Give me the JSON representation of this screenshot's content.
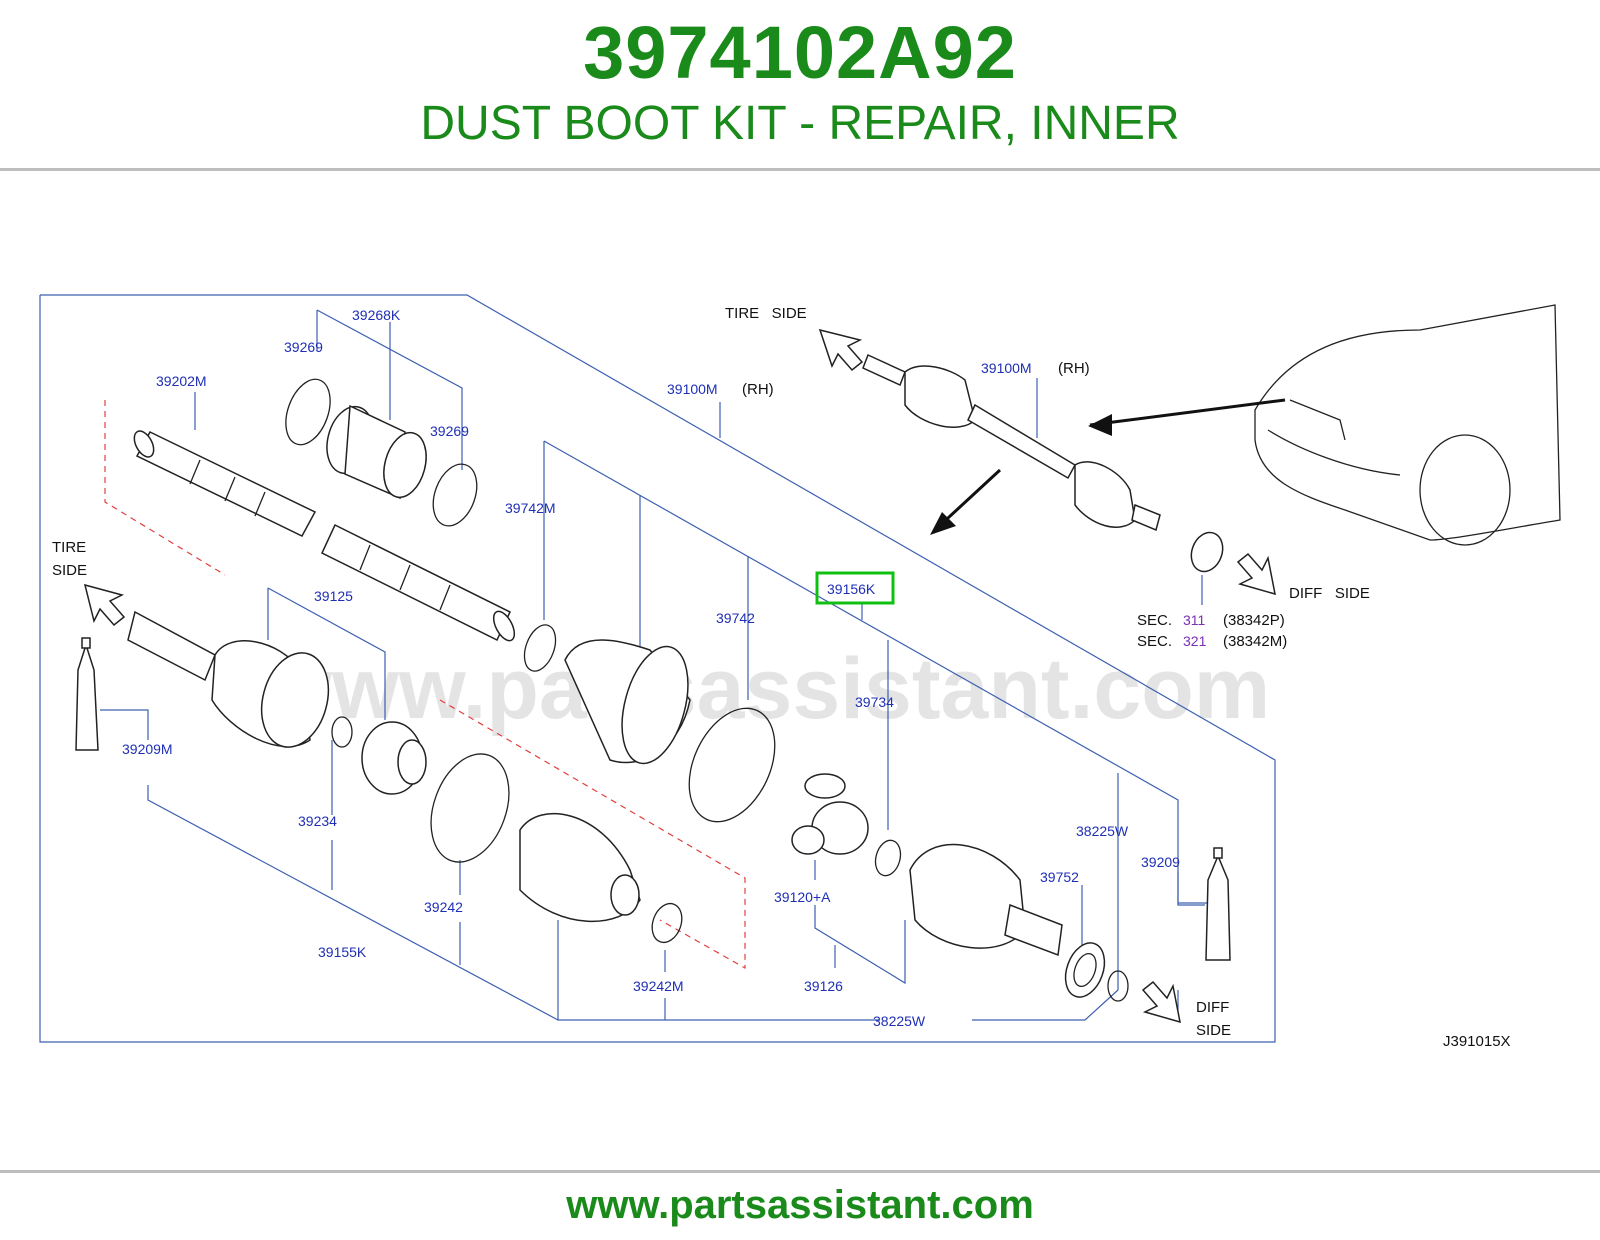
{
  "header": {
    "part_number": "3974102A92",
    "description": "DUST BOOT KIT - REPAIR, INNER"
  },
  "footer": {
    "url": "www.partsassistant.com"
  },
  "watermark": "www.partsassistant.com",
  "diagram_code": "J391015X",
  "highlight": {
    "label": "39156K",
    "color": "#10c010"
  },
  "labels": {
    "p39268K": "39268K",
    "p39269a": "39269",
    "p39269b": "39269",
    "p39202M": "39202M",
    "p39100M": "39100M",
    "rh1": "(RH)",
    "p39100M_b": "39100M",
    "rh2": "(RH)",
    "p39742M": "39742M",
    "p39742": "39742",
    "p39125": "39125",
    "p39209M": "39209M",
    "p39234": "39234",
    "p39734": "39734",
    "p38225W_a": "38225W",
    "p39209": "39209",
    "p39752": "39752",
    "p39120A": "39120+A",
    "p39242": "39242",
    "p39155K": "39155K",
    "p39242M": "39242M",
    "p39126": "39126",
    "p38225W_b": "38225W"
  },
  "directions": {
    "tire_side_top": "TIRE   SIDE",
    "tire_side_left_1": "TIRE",
    "tire_side_left_2": "SIDE",
    "diff_side_right": "DIFF   SIDE",
    "diff_side_bottom_1": "DIFF",
    "diff_side_bottom_2": "SIDE"
  },
  "sections": [
    {
      "prefix": "SEC.",
      "num": "311",
      "code": "(38342P)"
    },
    {
      "prefix": "SEC.",
      "num": "321",
      "code": "(38342M)"
    }
  ]
}
